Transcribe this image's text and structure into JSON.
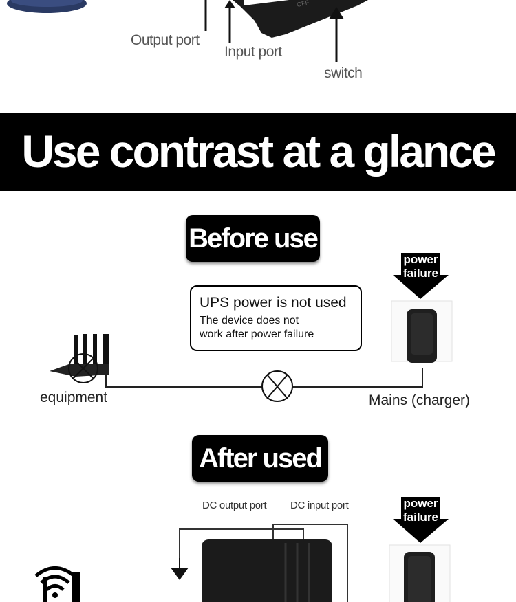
{
  "top_labels": {
    "output_port": "Output port",
    "input_port": "Input port",
    "switch": "switch"
  },
  "banner": {
    "title": "Use contrast at a glance"
  },
  "before": {
    "heading": "Before use",
    "message_title": "UPS power is not used",
    "message_line1": "The device does not",
    "message_line2": "work after power failure",
    "power_failure_line1": "power",
    "power_failure_line2": "failure",
    "equipment_label": "equipment",
    "mains_label": "Mains (charger)"
  },
  "after": {
    "heading": "After used",
    "dc_output_label": "DC output port",
    "dc_input_label": "DC input port",
    "power_failure_line1": "power",
    "power_failure_line2": "failure"
  },
  "colors": {
    "banner_bg": "#000000",
    "label_gray": "#555555",
    "device_black": "#1b1b1b"
  },
  "icons": [
    "arrow-up-icon",
    "router-icon",
    "cross-circle-icon",
    "down-arrow-icon",
    "charger-icon",
    "wifi-icon",
    "ups-device-icon"
  ]
}
